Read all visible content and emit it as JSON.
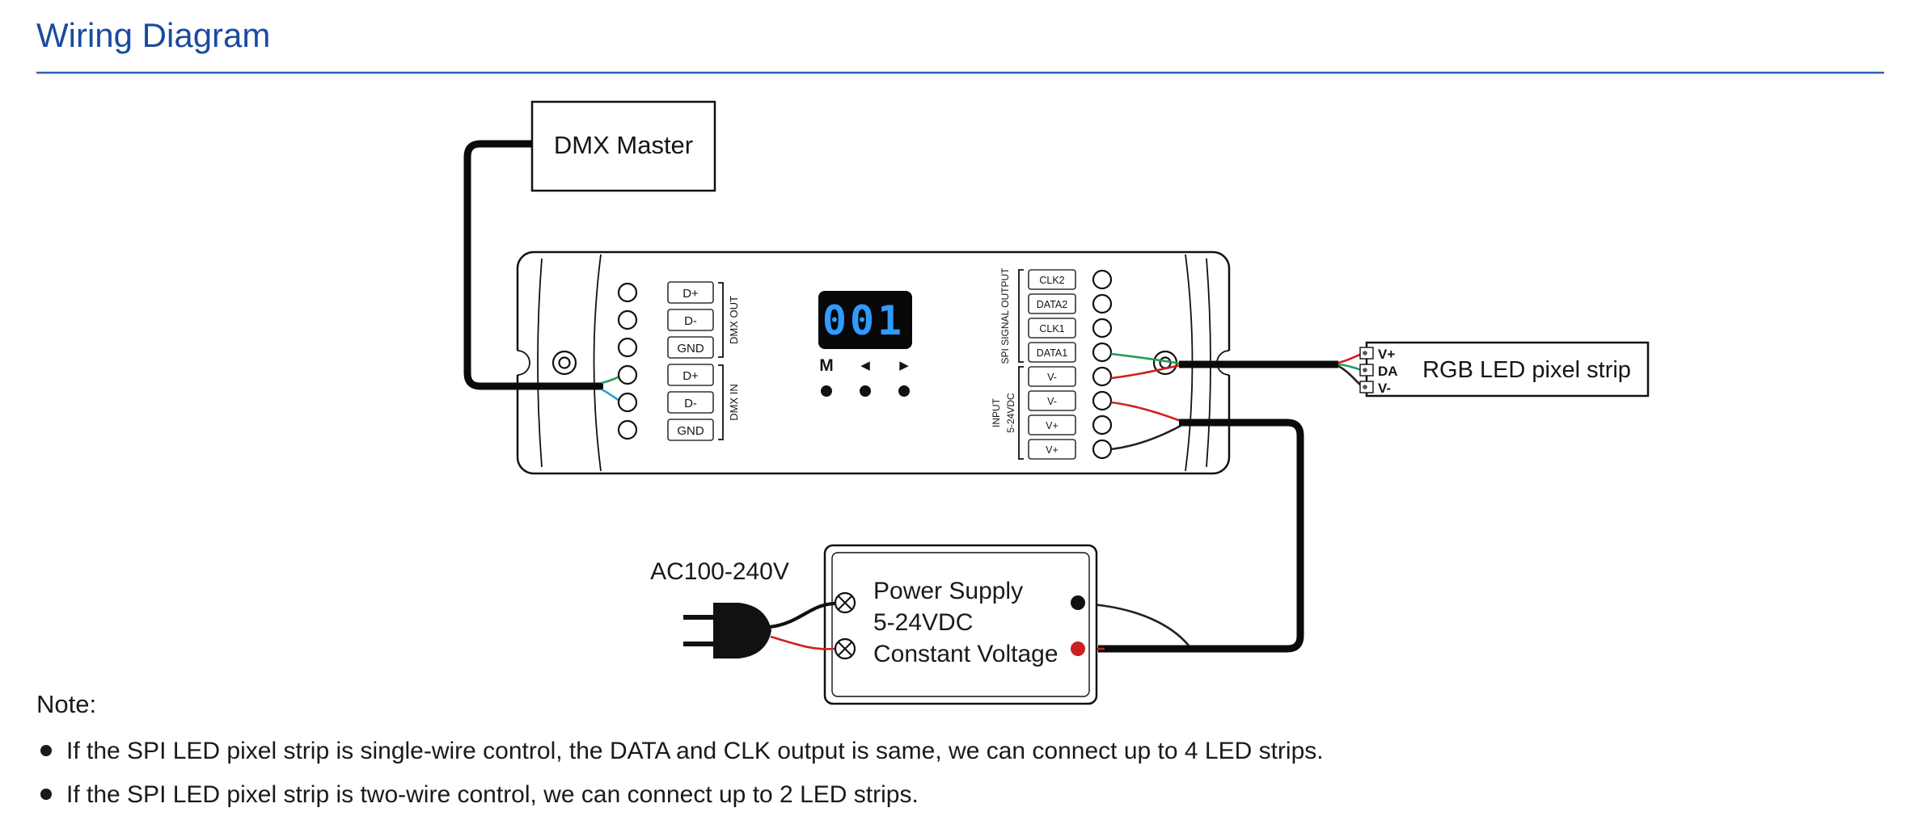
{
  "title": {
    "text": "Wiring Diagram"
  },
  "dmx_master": {
    "label": "DMX Master"
  },
  "controller": {
    "display": "001",
    "buttons": {
      "menu": "M",
      "prev": "◀",
      "next": "▶"
    },
    "dmx_out": {
      "label": "DMX OUT",
      "terminals": [
        "D+",
        "D-",
        "GND"
      ]
    },
    "dmx_in": {
      "label": "DMX IN",
      "terminals": [
        "D+",
        "D-",
        "GND"
      ]
    },
    "spi_output": {
      "label": "SPI SIGNAL OUTPUT",
      "terminals": [
        "CLK2",
        "DATA2",
        "CLK1",
        "DATA1"
      ]
    },
    "power_input": {
      "label_line1": "INPUT",
      "label_line2": "5-24VDC",
      "terminals": [
        "V-",
        "V-",
        "V+",
        "V+"
      ]
    }
  },
  "led_strip": {
    "label": "RGB LED pixel strip",
    "terminals": [
      "V+",
      "DA",
      "V-"
    ]
  },
  "power_supply": {
    "ac_label": "AC100-240V",
    "lines": [
      "Power Supply",
      "5-24VDC",
      "Constant Voltage"
    ]
  },
  "notes": {
    "heading": "Note:",
    "items": [
      "If the SPI LED pixel strip is single-wire control, the DATA and CLK output is same, we can connect up to 4 LED strips.",
      "If the SPI LED pixel strip is two-wire control, we can connect up to 2 LED strips."
    ]
  },
  "colors": {
    "accent_blue": "#1a4b9d",
    "display_digits": "#2f9bff",
    "wire_red": "#cf2020",
    "wire_green": "#1f9e57",
    "wire_blue": "#2a9fd0"
  }
}
